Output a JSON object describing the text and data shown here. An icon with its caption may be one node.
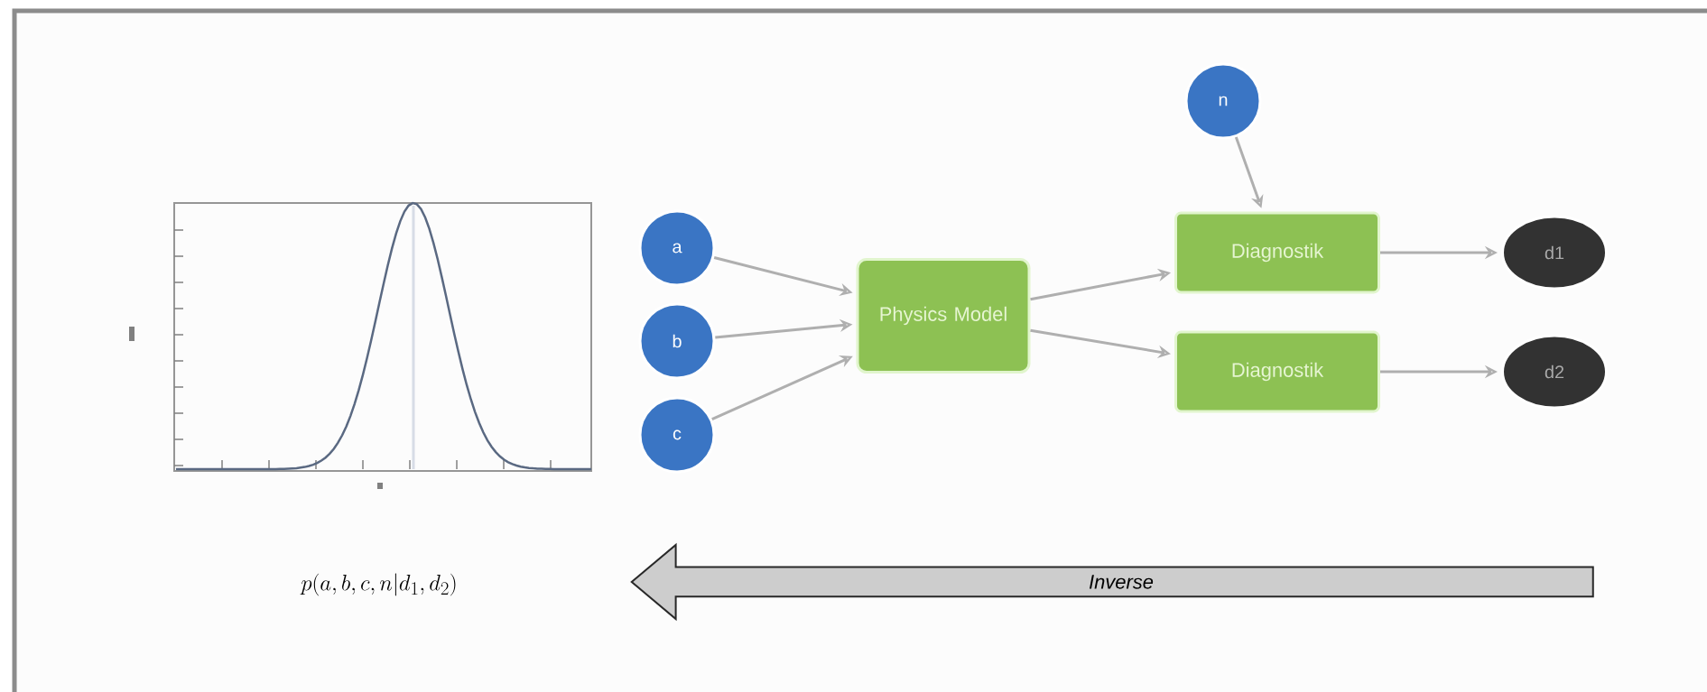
{
  "diagram": {
    "nodes": [
      {
        "text": [
          "a"
        ]
      },
      {
        "text": [
          "b"
        ]
      },
      {
        "text": [
          "c"
        ]
      },
      {
        "text": [
          "Physics Model"
        ]
      },
      {
        "text": [
          "n"
        ]
      },
      {
        "text": [
          "Diagnostik"
        ]
      },
      {
        "text": [
          "Diagnostik"
        ]
      },
      {
        "text": [
          "d1"
        ]
      },
      {
        "text": [
          "d2"
        ]
      },
      {
        "text": [
          "Inverse"
        ]
      }
    ],
    "edges": [
      {
        "from": 0,
        "to": 3,
        "arrow": "to"
      },
      {
        "from": 1,
        "to": 3,
        "arrow": "to"
      },
      {
        "from": 2,
        "to": 3,
        "arrow": "to"
      },
      {
        "from": 3,
        "to": 5,
        "arrow": "to"
      },
      {
        "from": 3,
        "to": 6,
        "arrow": "to"
      },
      {
        "from": 4,
        "to": 5,
        "arrow": "to"
      },
      {
        "from": 5,
        "to": 7,
        "arrow": "to"
      },
      {
        "from": 6,
        "to": 8,
        "arrow": "to"
      }
    ],
    "labels": [
      "p(a,b,c,n|d_1,d_2)"
    ]
  }
}
